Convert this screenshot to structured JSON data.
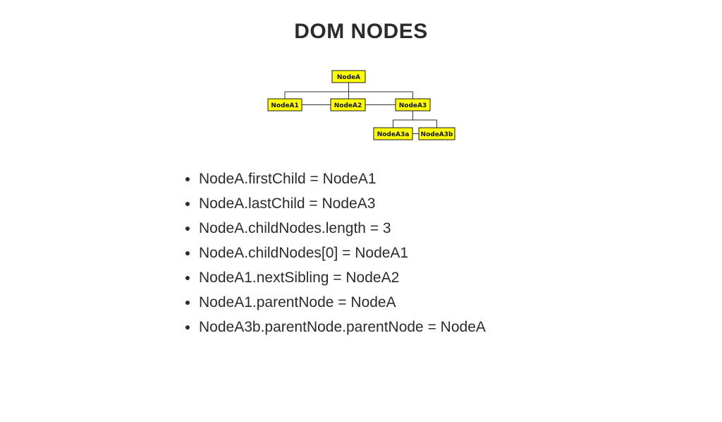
{
  "title": "DOM NODES",
  "tree": {
    "node_fill": "#FFFF00",
    "node_border": "#1A1A1A",
    "edge_color": "#333333",
    "nodes": [
      {
        "label": "NodeA"
      },
      {
        "label": "NodeA1"
      },
      {
        "label": "NodeA2"
      },
      {
        "label": "NodeA3"
      },
      {
        "label": "NodeA3a"
      },
      {
        "label": "NodeA3b"
      }
    ]
  },
  "bullets": [
    "NodeA.firstChild = NodeA1",
    "NodeA.lastChild = NodeA3",
    "NodeA.childNodes.length = 3",
    "NodeA.childNodes[0] = NodeA1",
    "NodeA1.nextSibling = NodeA2",
    "NodeA1.parentNode = NodeA",
    "NodeA3b.parentNode.parentNode = NodeA"
  ]
}
